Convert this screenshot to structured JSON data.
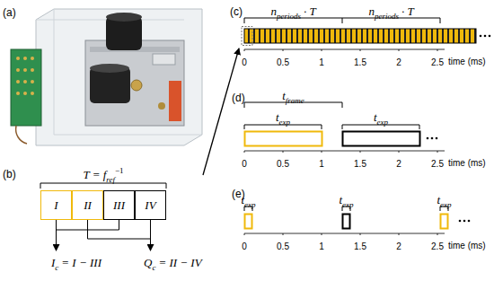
{
  "diagram": {
    "nodes": [
      {
        "text": [
          "I"
        ]
      },
      {
        "text": [
          "II"
        ]
      },
      {
        "text": [
          "III"
        ]
      },
      {
        "text": [
          "IV"
        ]
      }
    ],
    "labels": [
      "(a)",
      "(b)",
      "T = f",
      "ref",
      "−1",
      "I",
      "c",
      "= I − III",
      "Q",
      "c",
      "= II − IV",
      "(c)",
      "n",
      "periods",
      "· T",
      "n",
      "periods",
      "· T",
      "0",
      "0.5",
      "1",
      "1.5",
      "2",
      "2.5",
      "time (ms)",
      "(d)",
      "t",
      "frame",
      "t",
      "exp",
      "t",
      "exp",
      "0",
      "0.5",
      "1",
      "1.5",
      "2",
      "2.5",
      "time (ms)",
      "(e)",
      "t",
      "exp",
      "t",
      "exp",
      "t",
      "exp",
      "0",
      "0.5",
      "1",
      "1.5",
      "2",
      "2.5",
      "time (ms)"
    ]
  }
}
